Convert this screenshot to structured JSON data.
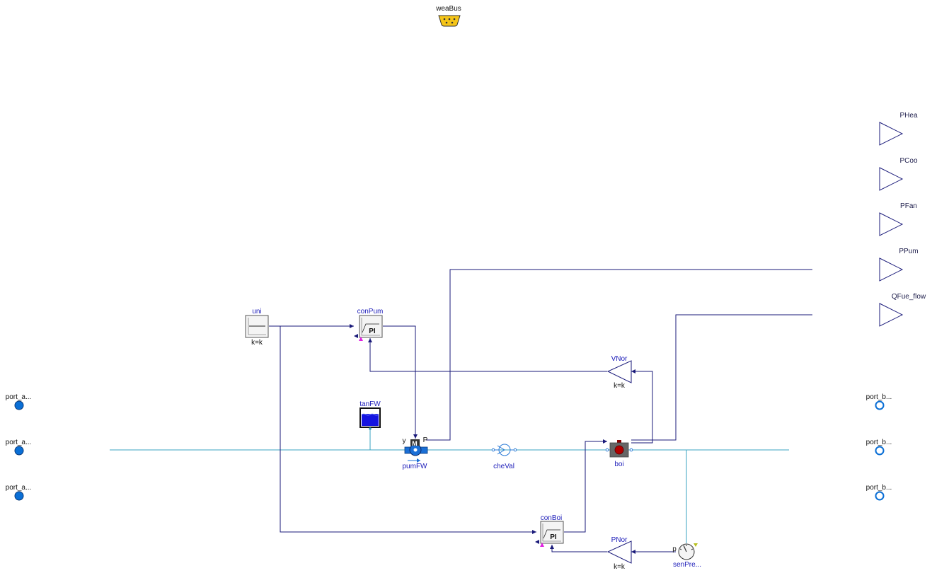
{
  "bus": {
    "label": "weaBus"
  },
  "outputs": [
    {
      "id": "PHea",
      "label": "PHea"
    },
    {
      "id": "PCoo",
      "label": "PCoo"
    },
    {
      "id": "PFan",
      "label": "PFan"
    },
    {
      "id": "PPum",
      "label": "PPum"
    },
    {
      "id": "QFue",
      "label": "QFue_flow"
    }
  ],
  "ports_left": [
    "port_a...",
    "port_a...",
    "port_a..."
  ],
  "ports_right": [
    "port_b...",
    "port_b...",
    "port_b..."
  ],
  "blocks": {
    "uni": {
      "name": "uni",
      "param": "k=k"
    },
    "conPum": {
      "name": "conPum",
      "glyph": "PI"
    },
    "conBoi": {
      "name": "conBoi",
      "glyph": "PI"
    },
    "VNor": {
      "name": "VNor",
      "param": "k=k"
    },
    "PNor": {
      "name": "PNor",
      "param": "k=k"
    },
    "tanFW": {
      "name": "tanFW"
    },
    "pumFW": {
      "name": "pumFW",
      "glyph": "M",
      "port_y": "y",
      "port_P": "P"
    },
    "cheVal": {
      "name": "cheVal"
    },
    "boi": {
      "name": "boi"
    },
    "senPre": {
      "name": "senPre...",
      "port_p": "p"
    }
  },
  "colors": {
    "signal": "#1a1a7a",
    "fluid": "#3aa3c0",
    "label": "#1a1ab8",
    "port_fill": "#0a6fd6",
    "bus_fill": "#f5c518"
  }
}
